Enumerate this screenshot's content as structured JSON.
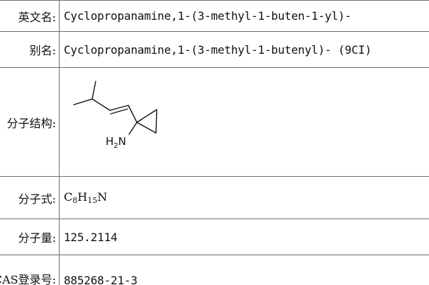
{
  "rows": {
    "english_name": {
      "label": "英文名:",
      "value": "Cyclopropanamine,1-(3-methyl-1-buten-1-yl)-"
    },
    "alias": {
      "label": "别名:",
      "value": "Cyclopropanamine,1-(3-methyl-1-butenyl)- (9CI)"
    },
    "structure": {
      "label": "分子结构:",
      "amine_label": "H",
      "amine_sub": "2",
      "amine_n": "N"
    },
    "formula": {
      "label": "分子式:",
      "c": "C",
      "c_sub": "8",
      "h": "H",
      "h_sub": "15",
      "n": "N"
    },
    "molecular_weight": {
      "label": "分子量:",
      "value": "125.2114"
    },
    "cas": {
      "label": "CAS登录号:",
      "value": "885268-21-3"
    }
  }
}
